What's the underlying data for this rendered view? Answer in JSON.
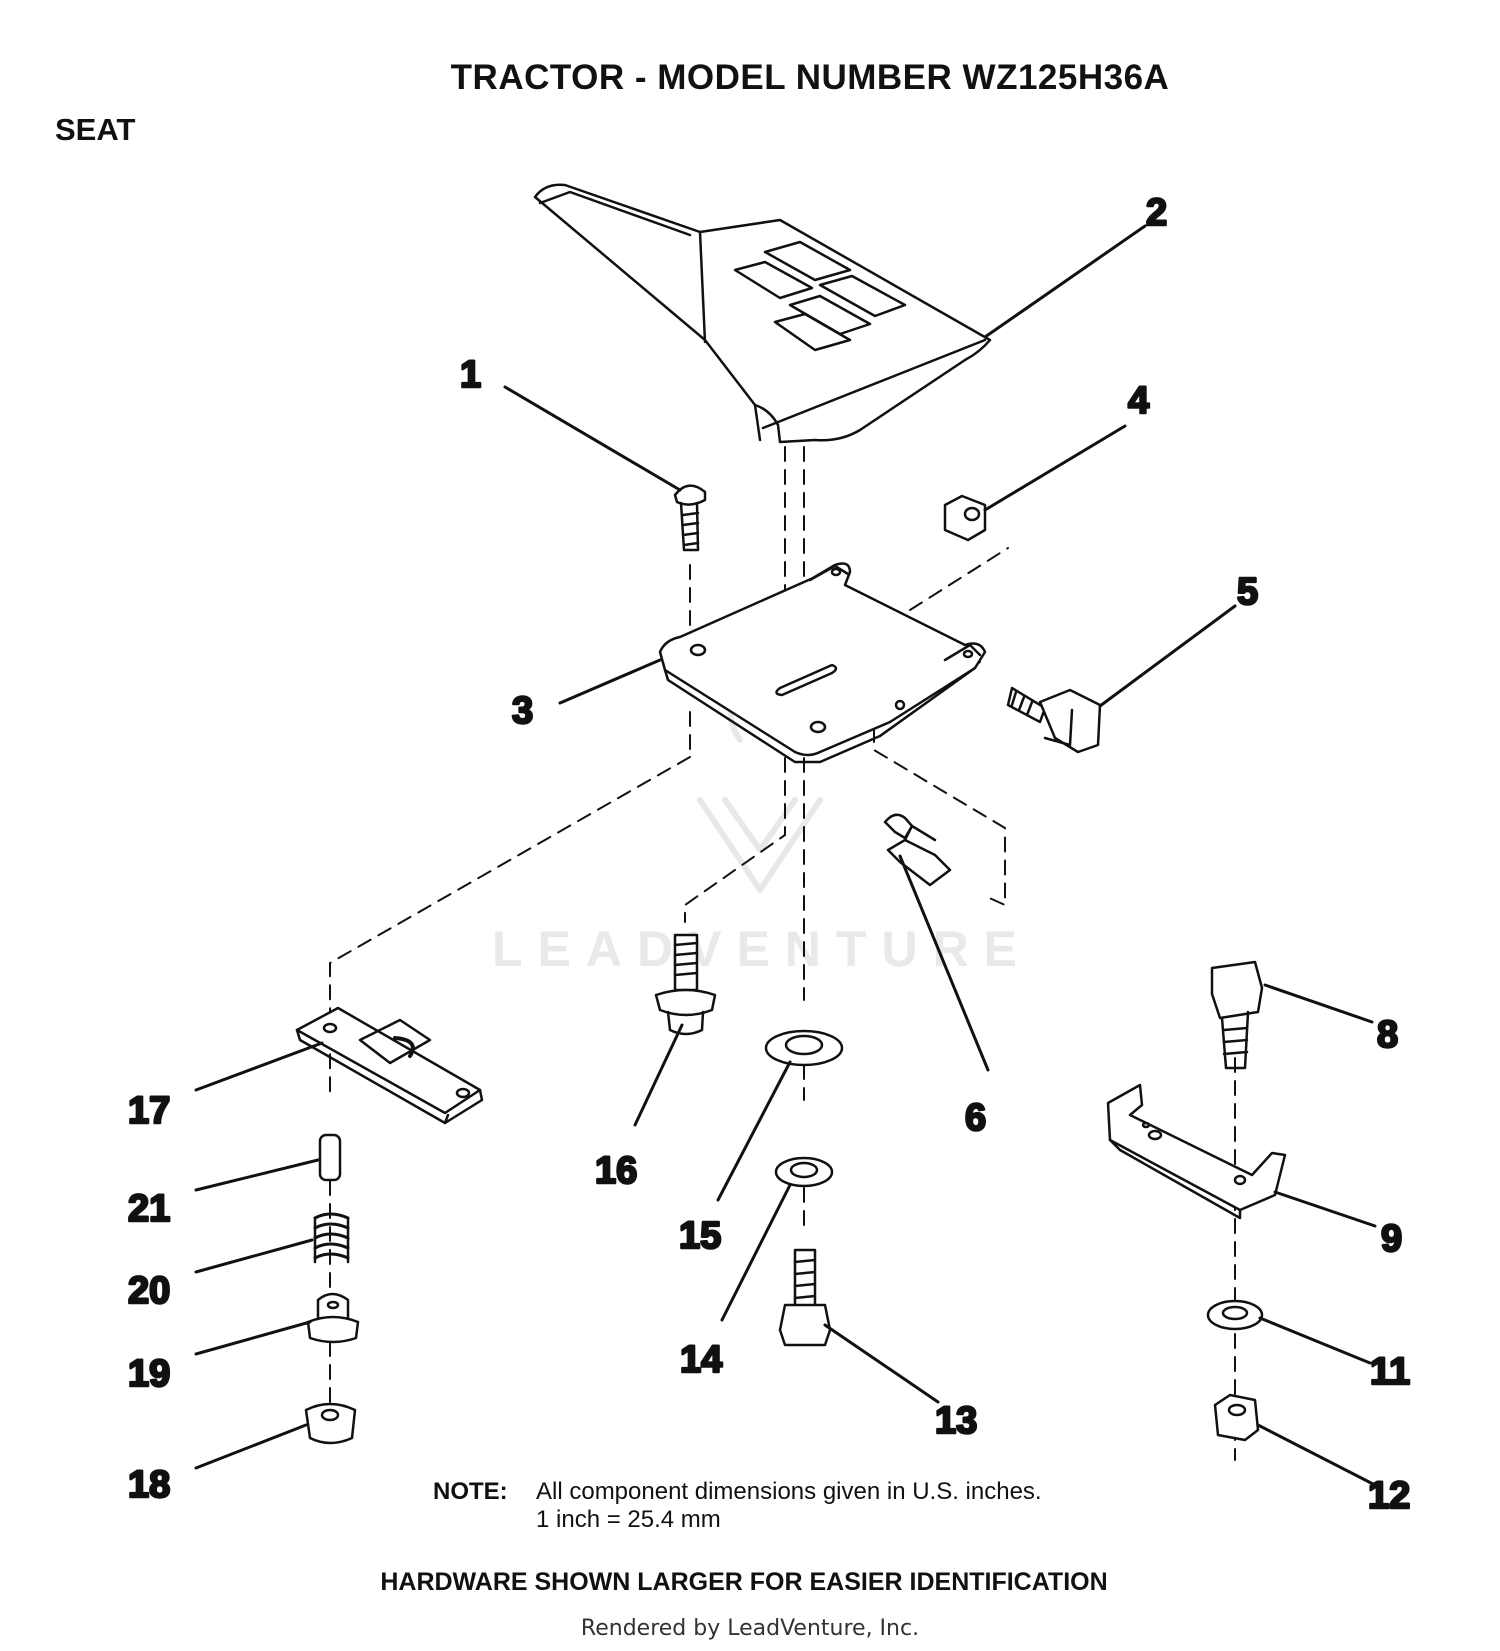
{
  "title": "TRACTOR  - MODEL NUMBER WZ125H36A",
  "section": "SEAT",
  "watermark": "LEADVENTURE",
  "callouts": [
    "1",
    "2",
    "3",
    "4",
    "5",
    "6",
    "8",
    "9",
    "11",
    "12",
    "13",
    "14",
    "15",
    "16",
    "17",
    "18",
    "19",
    "20",
    "21"
  ],
  "note": {
    "label": "NOTE:",
    "line1": "All component dimensions given in U.S. inches.",
    "line2": "1 inch = 25.4 mm"
  },
  "hardware_note": "HARDWARE SHOWN LARGER FOR EASIER IDENTIFICATION",
  "rendered_by": "Rendered by LeadVenture, Inc."
}
